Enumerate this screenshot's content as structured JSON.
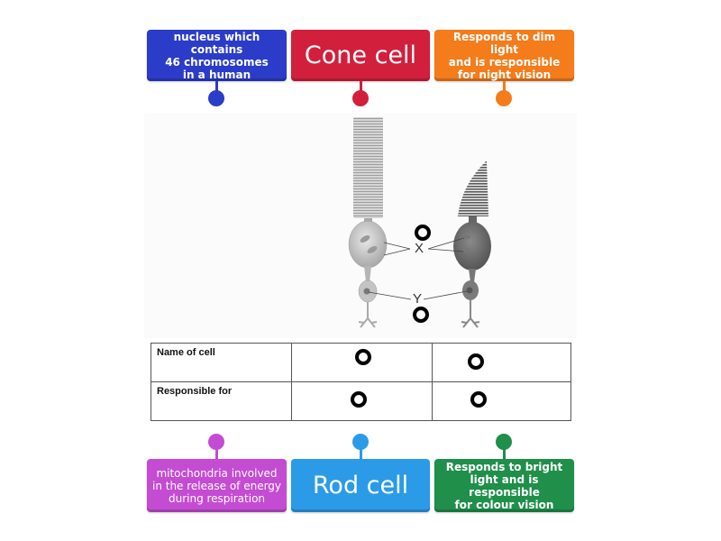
{
  "colors": {
    "blue": "#2b3cc9",
    "red": "#d21f3c",
    "orange": "#f47c1b",
    "purple": "#c44cd3",
    "light_blue": "#2b9be8",
    "green": "#1f8f4a"
  },
  "top_labels": [
    {
      "text": "nucleus which contains 46 chromosomes in a human",
      "lines": [
        "nucleus which contains",
        "46 chromosomes",
        "in a human"
      ],
      "color": "blue"
    },
    {
      "text": "Cone cell",
      "color": "red"
    },
    {
      "text": "Responds to dim light and is responsible for night vision",
      "lines": [
        "Responds to dim light",
        "and is responsible",
        "for night vision"
      ],
      "color": "orange"
    }
  ],
  "bottom_labels": [
    {
      "text": "mitochondria involved in the release of energy during respiration",
      "lines": [
        "mitochondria involved",
        "in the release of energy",
        "during respiration"
      ],
      "color": "purple"
    },
    {
      "text": "Rod cell",
      "color": "light_blue"
    },
    {
      "text": "Responds to bright light and is responsible for colour vision",
      "lines": [
        "Responds to bright",
        "light and is responsible",
        "for colour vision"
      ],
      "color": "green"
    }
  ],
  "diagram": {
    "label_x": "X",
    "label_y": "Y",
    "cells": [
      "rod cell illustration",
      "cone cell illustration"
    ]
  },
  "table": {
    "rows": [
      {
        "header": "Name of cell",
        "cells": [
          "",
          ""
        ]
      },
      {
        "header": "Responsible for",
        "cells": [
          "",
          ""
        ]
      }
    ]
  },
  "drop_targets": [
    "x-target",
    "y-target",
    "name-rod-target",
    "name-cone-target",
    "resp-rod-target",
    "resp-cone-target"
  ]
}
